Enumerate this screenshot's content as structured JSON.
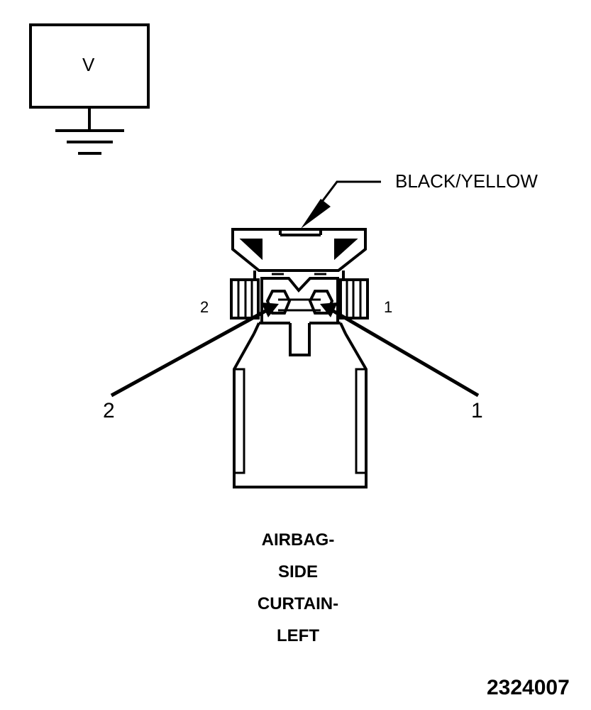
{
  "voltmeter": {
    "label": "V",
    "icon": "ground-symbol-icon"
  },
  "connector": {
    "wire_color": "BLACK/YELLOW",
    "cavity_labels": [
      "2",
      "1"
    ],
    "pin_callouts": [
      "2",
      "1"
    ]
  },
  "component": {
    "name_lines": [
      "AIRBAG-",
      "SIDE",
      "CURTAIN-",
      "LEFT"
    ]
  },
  "figure_id": "2324007"
}
